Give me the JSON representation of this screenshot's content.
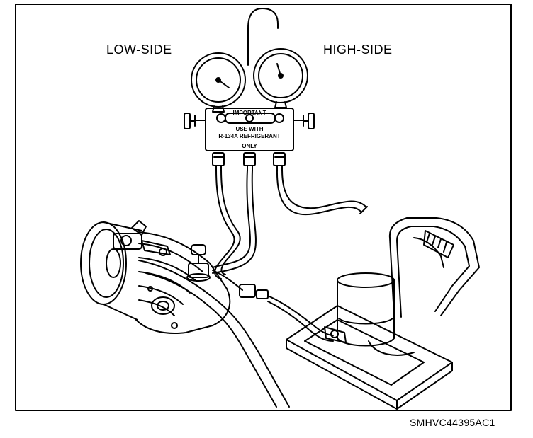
{
  "labels": {
    "low_side": "LOW-SIDE",
    "high_side": "HIGH-SIDE",
    "figure_code": "SMHVC44395AC1"
  },
  "manifold_plate": {
    "important": "IMPORTANT",
    "use_with": "USE WITH",
    "refrigerant": "R-134A REFRIGERANT",
    "only": "ONLY"
  },
  "colors": {
    "line": "#000000",
    "background": "#ffffff"
  }
}
